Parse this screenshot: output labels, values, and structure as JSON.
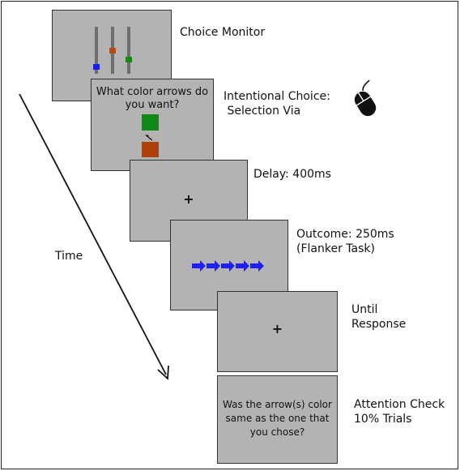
{
  "labels": {
    "choice_monitor": "Choice Monitor",
    "intentional_choice": "Intentional Choice:\n Selection Via",
    "delay": "Delay: 400ms",
    "outcome": "Outcome: 250ms\n(Flanker Task)",
    "until_response": "Until\nResponse",
    "attention_check": "Attention Check\n10% Trials",
    "time": "Time"
  },
  "screens": {
    "choice_question": "What color arrows do\nyou want?",
    "fixation_cross": "+",
    "attention_question": "Was the arrow(s) color\nsame as the one that\nyou chose?"
  },
  "choice_monitor": {
    "bars": [
      {
        "color": "#1a1aff",
        "level": 0.14
      },
      {
        "color": "#b84a0f",
        "level": 0.48
      },
      {
        "color": "#168a16",
        "level": 0.3
      }
    ]
  },
  "choice_options": [
    {
      "color": "#0e8a14"
    },
    {
      "color": "#b0400a"
    }
  ],
  "flanker": {
    "arrow_count": 5,
    "arrow_color": "#1e1eff",
    "direction": "right"
  },
  "icons": {
    "mouse": "mouse-icon",
    "cursor": "cursor-icon",
    "time_arrow": "arrow-icon"
  }
}
